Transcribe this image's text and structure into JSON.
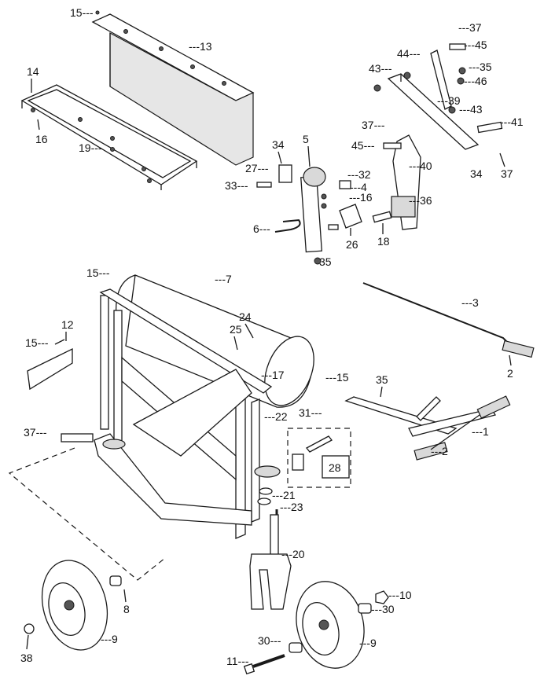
{
  "colors": {
    "line": "#1a1a1a",
    "fill": "#ffffff",
    "shade": "#d9d9d9"
  },
  "labels": {
    "p15a": "15",
    "p13": "13",
    "p14": "14",
    "p16a": "16",
    "p19": "19",
    "p37a": "37",
    "p45a": "45",
    "p44": "44",
    "p35a": "35",
    "p43a": "43",
    "p46": "46",
    "p39": "39",
    "p43b": "43",
    "p41": "41",
    "p37b": "37",
    "p37c": "37",
    "p45b": "45",
    "p40": "40",
    "p34a": "34",
    "p36": "36",
    "p18": "18",
    "p5": "5",
    "p34b": "34",
    "p27": "27",
    "p32": "32",
    "p4": "4",
    "p33": "33",
    "p16b": "16",
    "p6": "6",
    "p26": "26",
    "p35b": "35",
    "p15b": "15",
    "p7": "7",
    "p3": "3",
    "p12": "12",
    "p15c": "15",
    "p24": "24",
    "p25": "25",
    "p17": "17",
    "p15d": "15",
    "p35c": "35",
    "p2a": "2",
    "p31": "31",
    "p22": "22",
    "p1": "1",
    "p2b": "2",
    "p37d": "37",
    "p28": "28",
    "p21": "21",
    "p23": "23",
    "p20": "20",
    "p10": "10",
    "p30a": "30",
    "p8": "8",
    "p9a": "9",
    "p38": "38",
    "p30b": "30",
    "p9b": "9",
    "p11": "11"
  }
}
